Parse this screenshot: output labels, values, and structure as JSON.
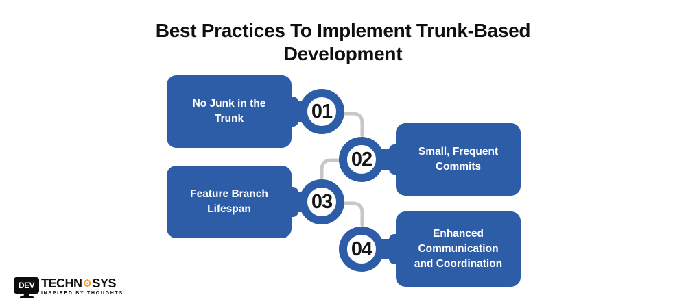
{
  "title": "Best Practices To Implement Trunk-Based Development",
  "steps": [
    {
      "number": "01",
      "label": "No Junk in the Trunk"
    },
    {
      "number": "02",
      "label": "Small, Frequent Commits"
    },
    {
      "number": "03",
      "label": "Feature Branch Lifespan"
    },
    {
      "number": "04",
      "label": "Enhanced Communication and Coordination"
    }
  ],
  "colors": {
    "primary_blue": "#2e5da7",
    "connector_gray": "#c7c7c7",
    "number_black": "#161616",
    "title_black": "#0f0f0f",
    "card_text_white": "#ffffff",
    "logo_orange": "#f7941d",
    "logo_black": "#111111"
  },
  "logo": {
    "device_text": "DEV",
    "brand_left": "TECHN",
    "gear_glyph": "⚙",
    "brand_right": "SYS",
    "tagline": "INSPIRED BY THOUGHTS"
  }
}
